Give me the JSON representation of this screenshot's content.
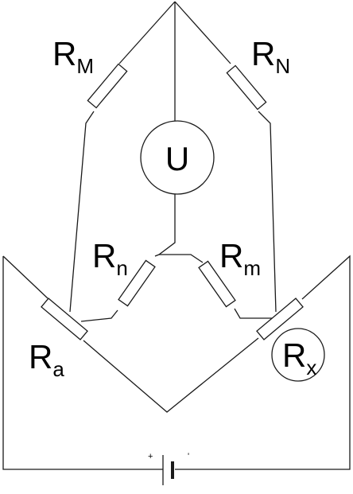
{
  "diagram": {
    "resistors": {
      "rm_top": {
        "main": "R",
        "sub": "M"
      },
      "rn_top": {
        "main": "R",
        "sub": "N"
      },
      "rn_small": {
        "main": "R",
        "sub": "n"
      },
      "rm_small": {
        "main": "R",
        "sub": "m"
      },
      "ra": {
        "main": "R",
        "sub": "a"
      },
      "rx": {
        "main": "R",
        "sub": "x"
      }
    },
    "meter": {
      "label": "U"
    },
    "battery": {
      "plus": "+",
      "minus": "'"
    },
    "colors": {
      "line": "#1a1a1a",
      "background": "#ffffff"
    }
  }
}
